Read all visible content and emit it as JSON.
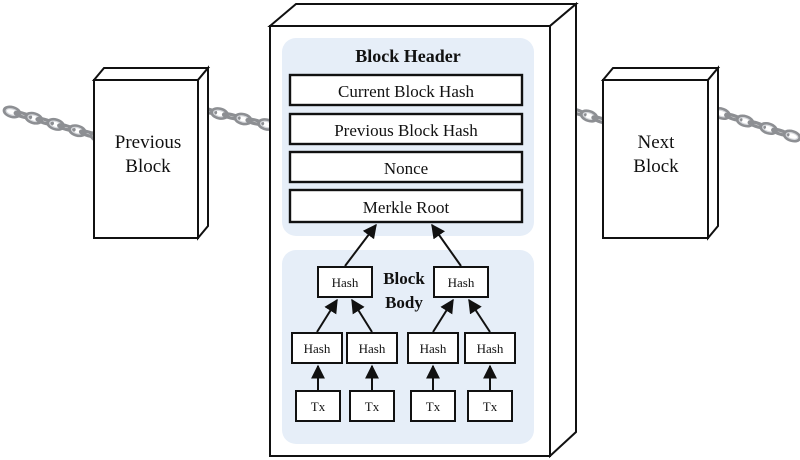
{
  "previous_block": {
    "line1": "Previous",
    "line2": "Block"
  },
  "next_block": {
    "line1": "Next",
    "line2": "Block"
  },
  "header": {
    "title": "Block Header",
    "fields": [
      "Current Block Hash",
      "Previous Block Hash",
      "Nonce",
      "Merkle Root"
    ]
  },
  "body": {
    "title_line1": "Block",
    "title_line2": "Body",
    "level1": [
      "Hash",
      "Hash"
    ],
    "level2": [
      "Hash",
      "Hash",
      "Hash",
      "Hash"
    ],
    "transactions": [
      "Tx",
      "Tx",
      "Tx",
      "Tx"
    ]
  },
  "colors": {
    "panel_fill": "#e6eef8",
    "box_stroke": "#111111",
    "chain": "#8d8f93"
  }
}
